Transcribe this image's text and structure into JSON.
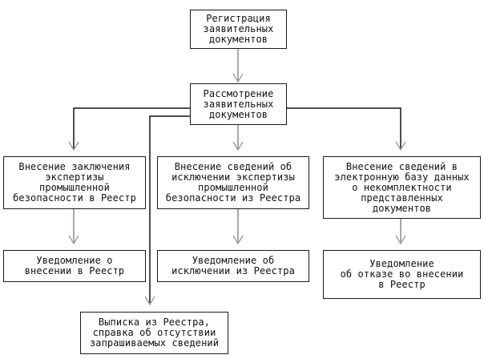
{
  "diagram": {
    "type": "flowchart",
    "language": "ru",
    "colors": {
      "line": "#111111",
      "box_border": "#1a1a1a",
      "background": "#ffffff",
      "arrow": "#7a7a7a"
    },
    "nodes": [
      {
        "id": "registration",
        "label": "Регистрация\nзаявительных\nдокументов"
      },
      {
        "id": "review",
        "label": "Рассмотрение\nзаявительных\nдокументов"
      },
      {
        "id": "add-conclusion",
        "label": "Внесение заключения\nэкспертизы\nпромышленной\nбезопасности в Реестр"
      },
      {
        "id": "exclude-info",
        "label": "Внесение сведений об\nисключении экспертизы\nпромышленной\nбезопасности из Реестра"
      },
      {
        "id": "incomplete-docs",
        "label": "Внесение сведений в\nэлектронную базу данных\nо некомплектности\nпредставленных\nдокументов"
      },
      {
        "id": "notice-added",
        "label": "Уведомление о\nвнесении в Реестр"
      },
      {
        "id": "notice-excluded",
        "label": "Уведомление об\nисключении из Реестра"
      },
      {
        "id": "notice-refusal",
        "label": "Уведомление\nоб отказе во внесении\nв Реестр"
      },
      {
        "id": "registry-extract",
        "label": "Выписка из Реестра,\nсправка об отсутствии\nзапрашиваемых сведений"
      }
    ],
    "edges": [
      {
        "from": "registration",
        "to": "review"
      },
      {
        "from": "review",
        "to": "add-conclusion"
      },
      {
        "from": "review",
        "to": "exclude-info"
      },
      {
        "from": "review",
        "to": "incomplete-docs"
      },
      {
        "from": "review",
        "to": "registry-extract"
      },
      {
        "from": "add-conclusion",
        "to": "notice-added"
      },
      {
        "from": "exclude-info",
        "to": "notice-excluded"
      },
      {
        "from": "incomplete-docs",
        "to": "notice-refusal"
      }
    ]
  }
}
